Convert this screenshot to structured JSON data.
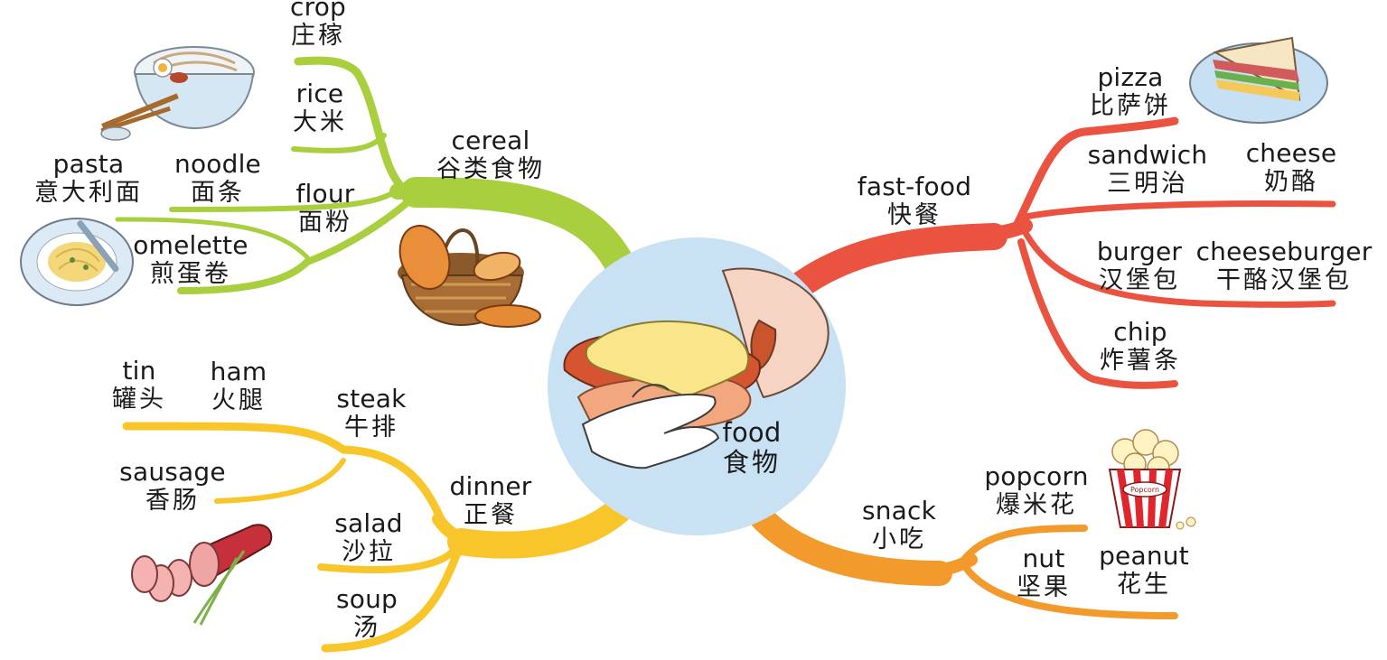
{
  "center": {
    "en": "food",
    "zh": "食物"
  },
  "branches": {
    "cereal": {
      "color": "#a9cf3f",
      "label": {
        "en": "cereal",
        "zh": "谷类食物"
      },
      "items": {
        "crop": {
          "en": "crop",
          "zh": "庄稼"
        },
        "rice": {
          "en": "rice",
          "zh": "大米"
        },
        "flour": {
          "en": "flour",
          "zh": "面粉"
        },
        "noodle": {
          "en": "noodle",
          "zh": "面条"
        },
        "pasta": {
          "en": "pasta",
          "zh": "意大利面"
        },
        "omelette": {
          "en": "omelette",
          "zh": "煎蛋卷"
        }
      }
    },
    "fastfood": {
      "color": "#e9533f",
      "label": {
        "en": "fast-food",
        "zh": "快餐"
      },
      "items": {
        "pizza": {
          "en": "pizza",
          "zh": "比萨饼"
        },
        "sandwich": {
          "en": "sandwich",
          "zh": "三明治"
        },
        "cheese": {
          "en": "cheese",
          "zh": "奶酪"
        },
        "burger": {
          "en": "burger",
          "zh": "汉堡包"
        },
        "cheeseburger": {
          "en": "cheeseburger",
          "zh": "干酪汉堡包"
        },
        "chip": {
          "en": "chip",
          "zh": "炸薯条"
        }
      }
    },
    "dinner": {
      "color": "#f8c62a",
      "label": {
        "en": "dinner",
        "zh": "正餐"
      },
      "items": {
        "tin": {
          "en": "tin",
          "zh": "罐头"
        },
        "ham": {
          "en": "ham",
          "zh": "火腿"
        },
        "steak": {
          "en": "steak",
          "zh": "牛排"
        },
        "sausage": {
          "en": "sausage",
          "zh": "香肠"
        },
        "salad": {
          "en": "salad",
          "zh": "沙拉"
        },
        "soup": {
          "en": "soup",
          "zh": "汤"
        }
      }
    },
    "snack": {
      "color": "#f39a2c",
      "label": {
        "en": "snack",
        "zh": "小吃"
      },
      "items": {
        "popcorn": {
          "en": "popcorn",
          "zh": "爆米花"
        },
        "nut": {
          "en": "nut",
          "zh": "坚果"
        },
        "peanut": {
          "en": "peanut",
          "zh": "花生"
        }
      }
    }
  },
  "illustrations": {
    "noodle_bowl": "noodle-bowl-picture",
    "pasta_plate": "pasta-plate-picture",
    "bread_basket": "bread-basket-picture",
    "sandwich_plate": "sandwich-picture",
    "hotdog_hand": "hotdog-hand-picture",
    "ham_slices": "ham-picture",
    "popcorn_box": "popcorn-picture",
    "popcorn_box_text": "Popcorn"
  }
}
